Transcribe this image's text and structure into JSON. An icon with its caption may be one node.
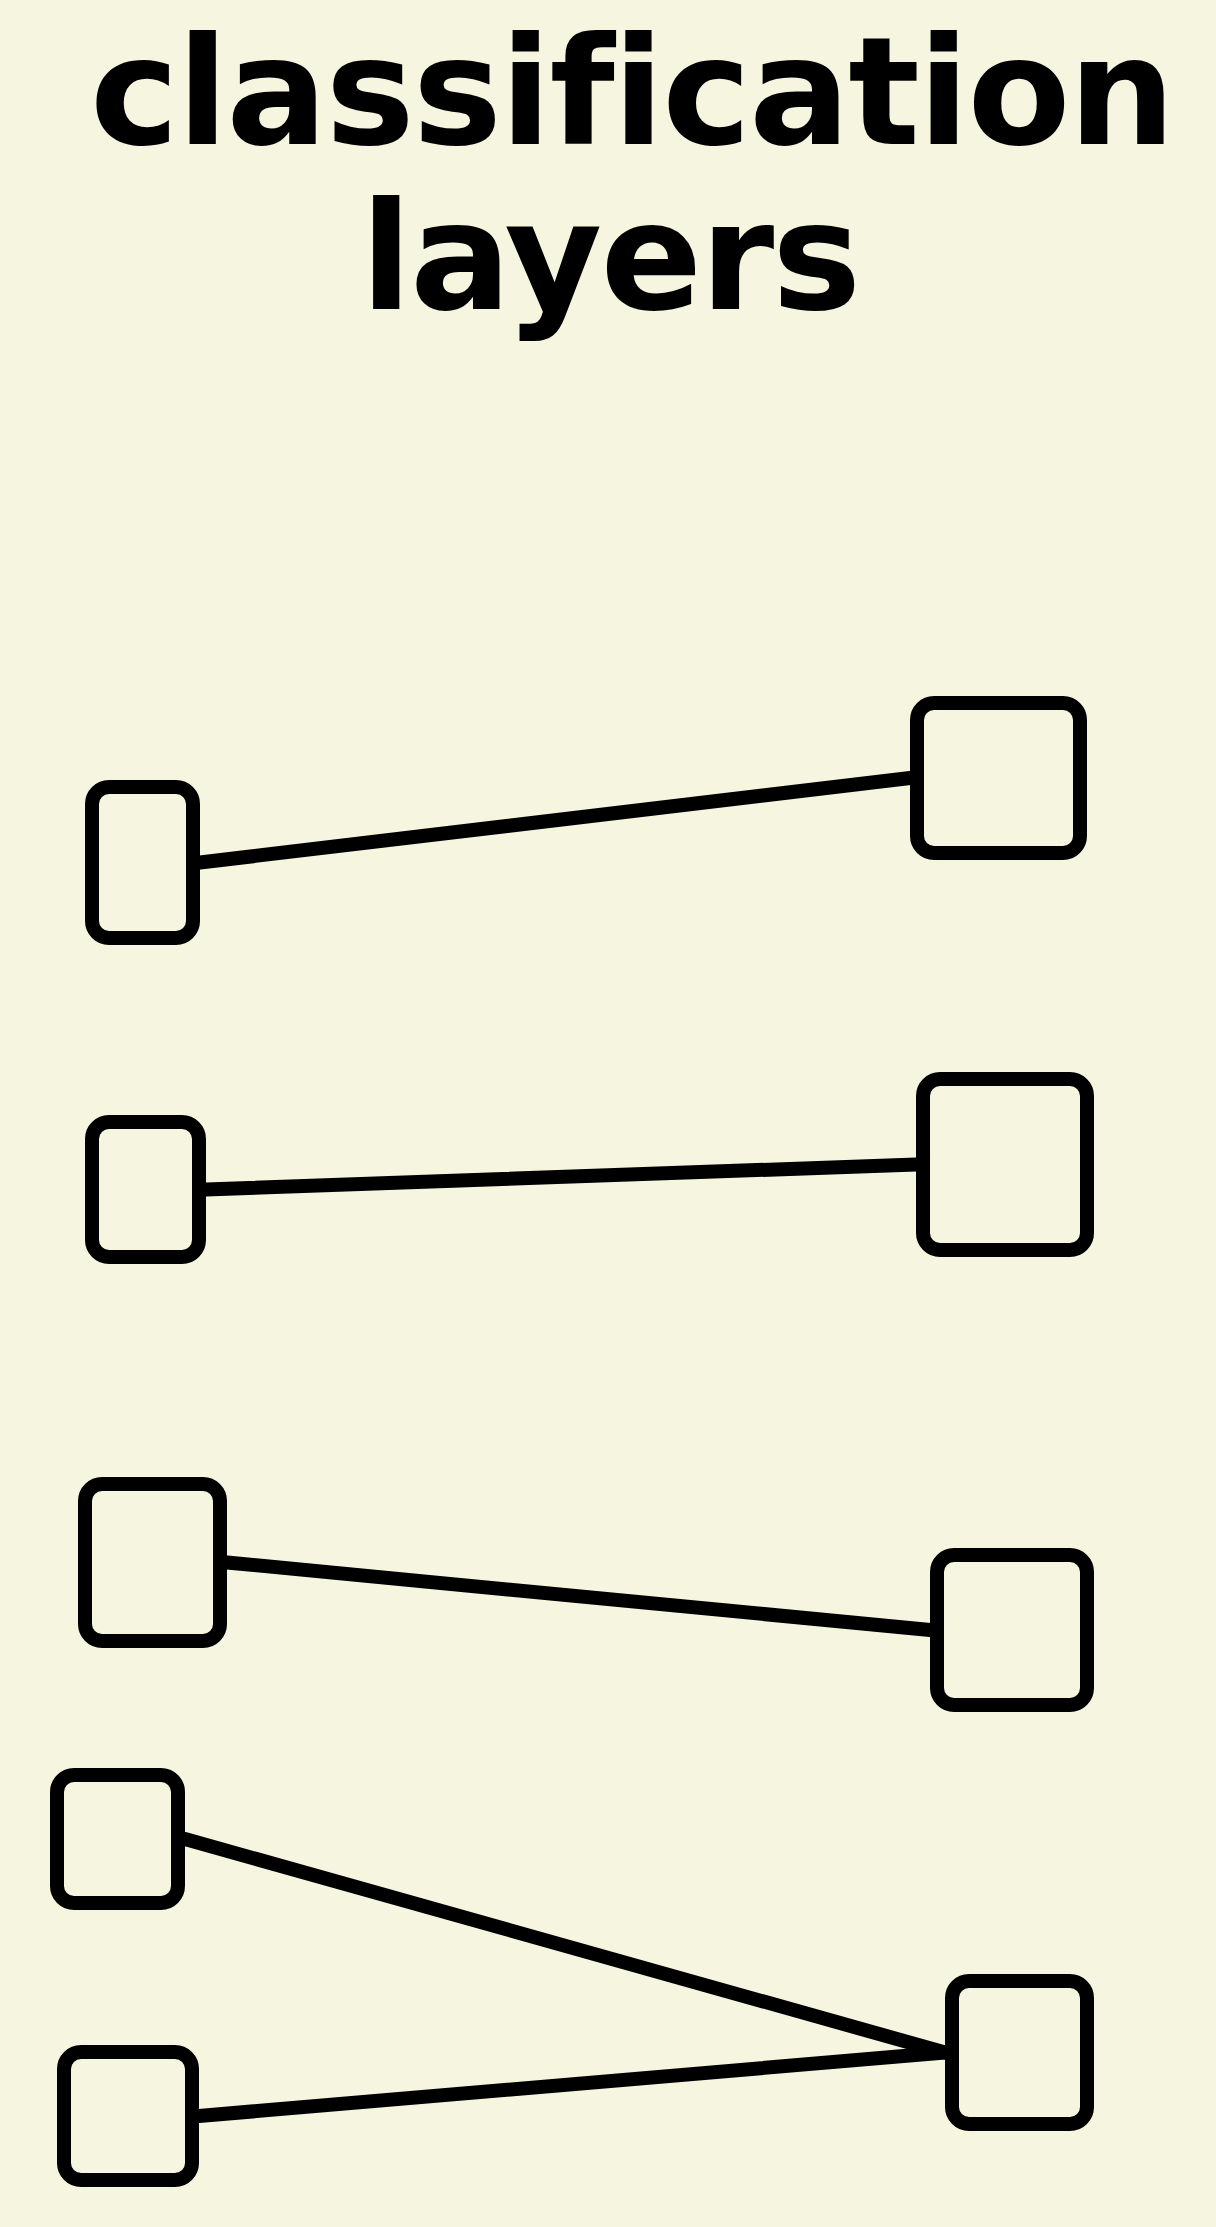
{
  "diagram": {
    "title": "classification layers",
    "nodes": [
      {
        "text": [],
        "shape": "box"
      },
      {
        "text": [],
        "shape": "box"
      },
      {
        "text": [],
        "shape": "box"
      },
      {
        "text": [],
        "shape": "box"
      },
      {
        "text": [],
        "shape": "box"
      },
      {
        "text": [],
        "shape": "box"
      },
      {
        "text": [],
        "shape": "box"
      },
      {
        "text": [],
        "shape": "box"
      },
      {
        "text": [],
        "shape": "box"
      }
    ],
    "edges": [
      {
        "from": 0,
        "to": 1,
        "arrow": "none"
      },
      {
        "from": 2,
        "to": 3,
        "arrow": "none"
      },
      {
        "from": 4,
        "to": 5,
        "arrow": "none"
      },
      {
        "from": 6,
        "to": 7,
        "arrow": "none"
      },
      {
        "from": 8,
        "to": 7,
        "arrow": "none"
      }
    ]
  }
}
